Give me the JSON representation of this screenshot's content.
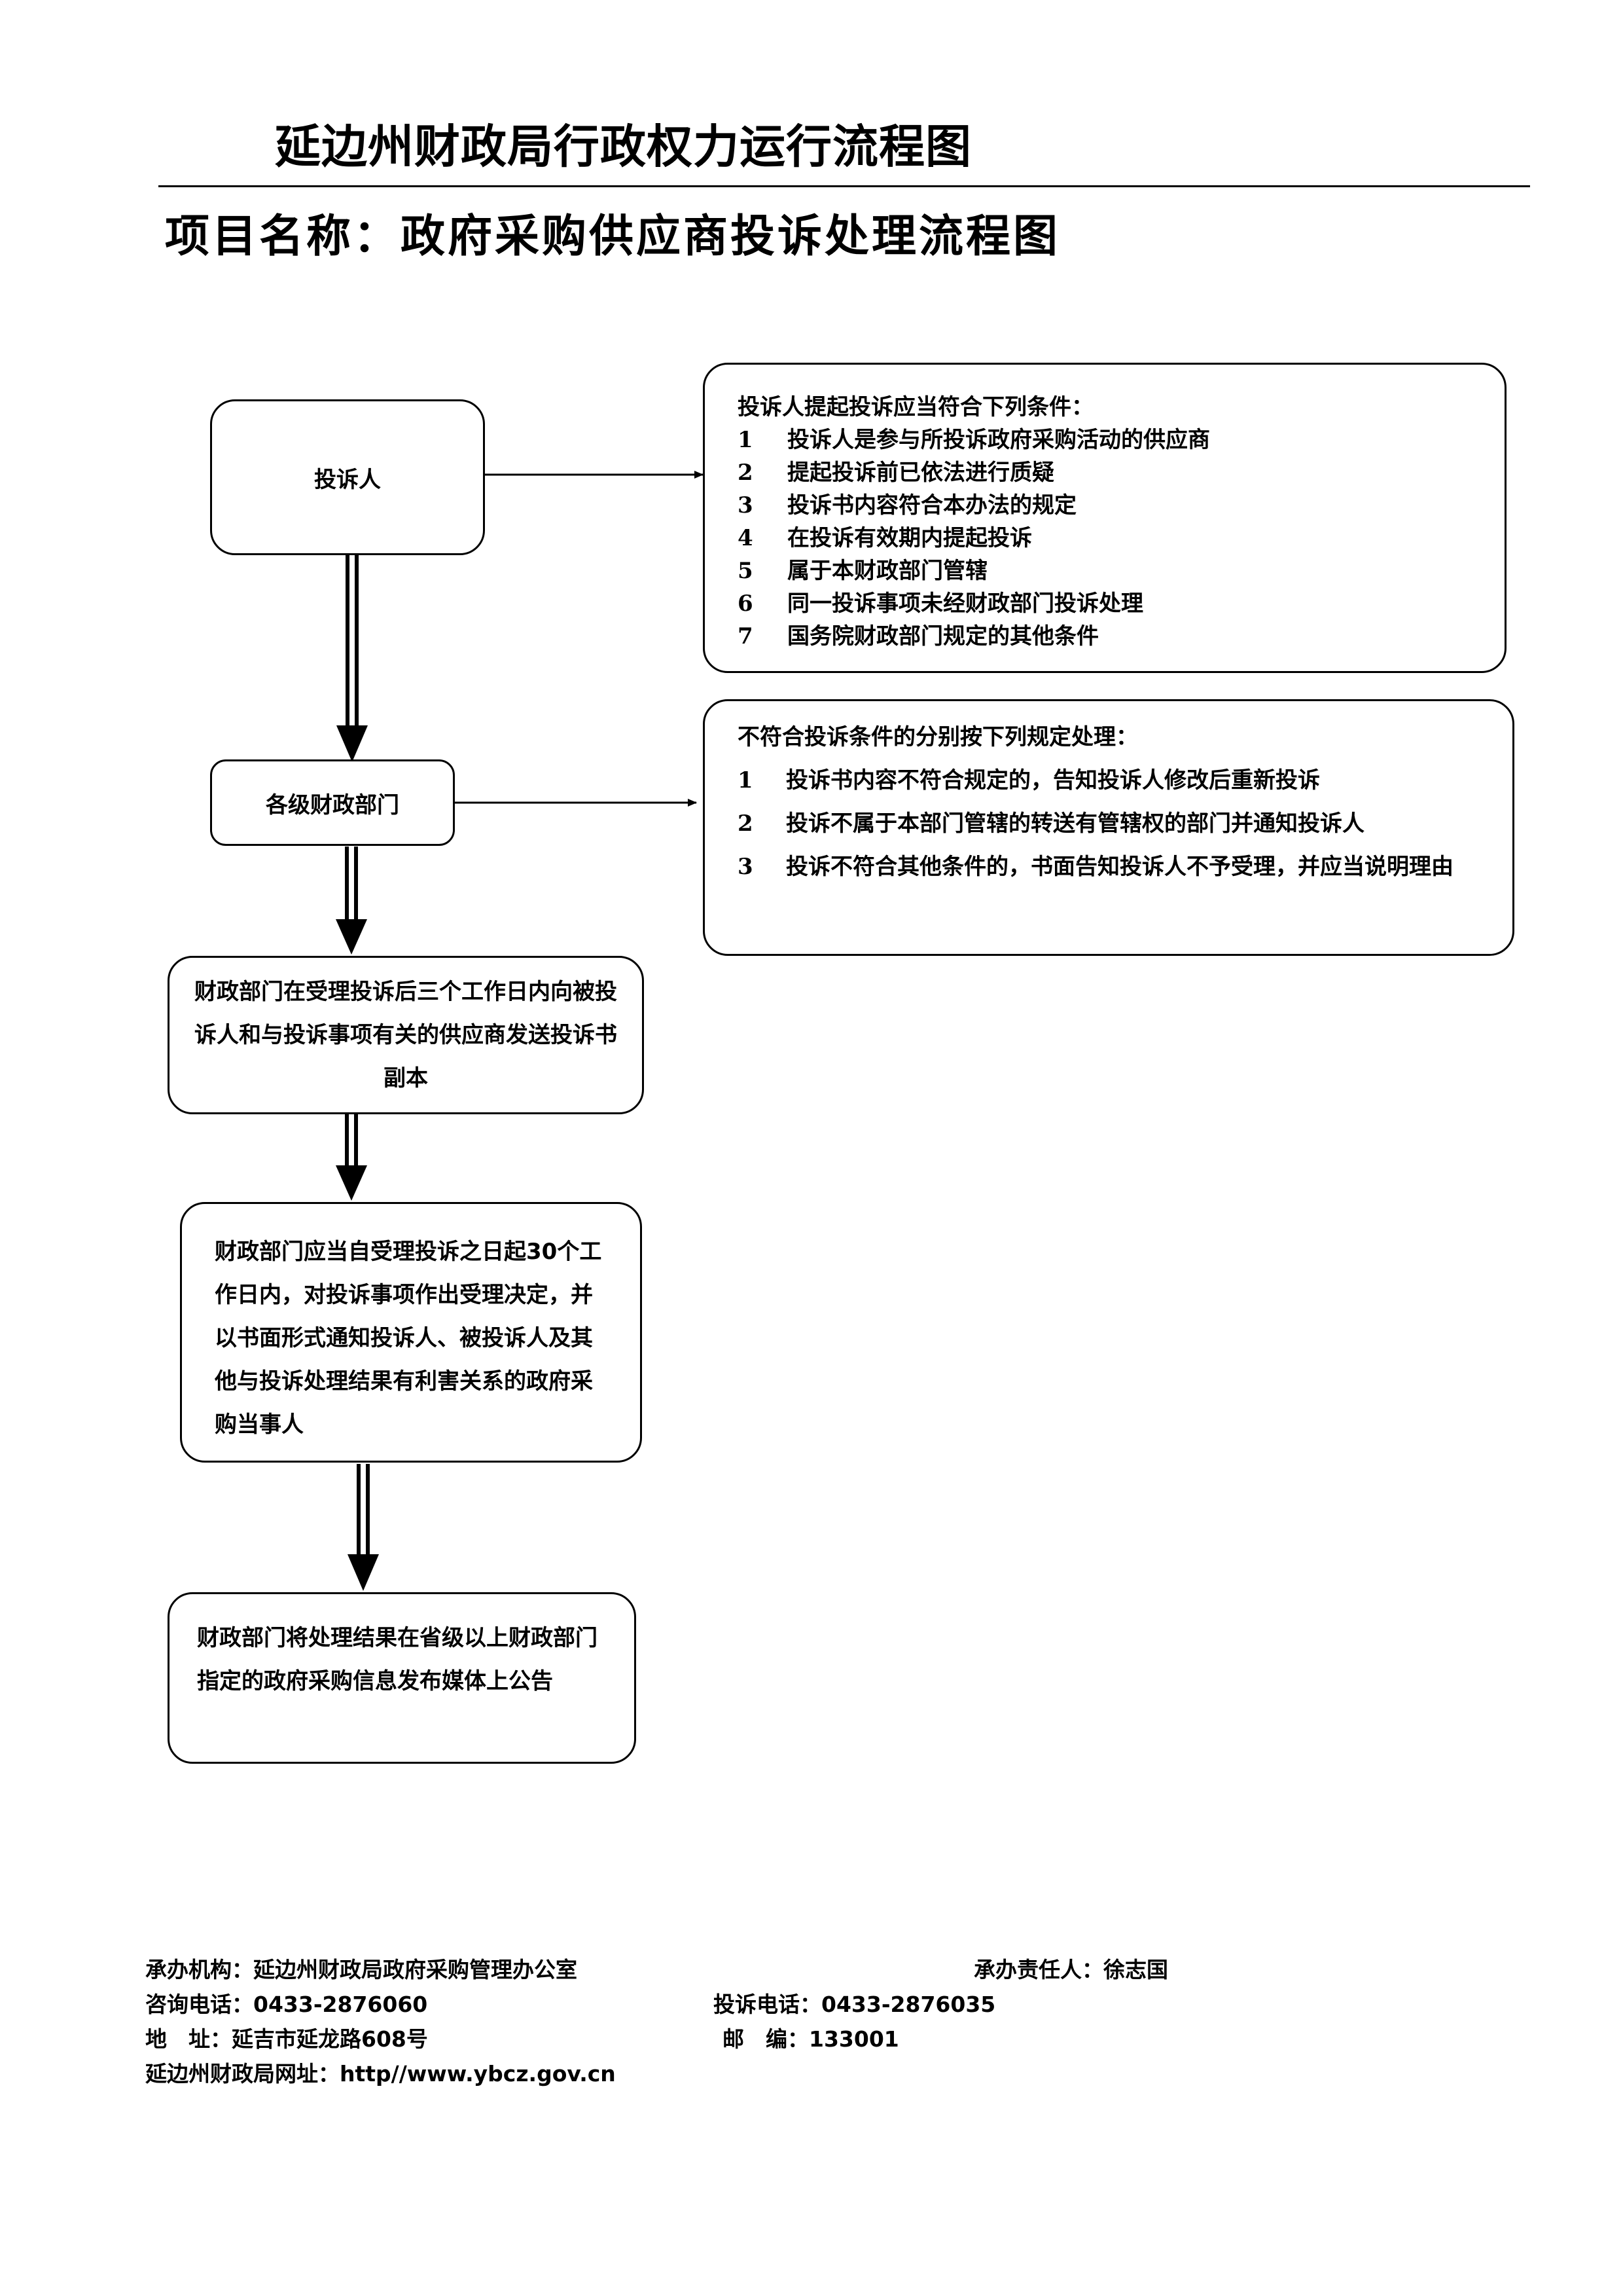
{
  "header": {
    "title": "延边州财政局行政权力运行流程图",
    "project_name": "项目名称：政府采购供应商投诉处理流程图"
  },
  "flow": {
    "complainant": "投诉人",
    "conditions_a": {
      "title": "投诉人提起投诉应当符合下列条件：",
      "items": [
        {
          "num": "1",
          "text": "投诉人是参与所投诉政府采购活动的供应商"
        },
        {
          "num": "2",
          "text": "提起投诉前已依法进行质疑"
        },
        {
          "num": "3",
          "text": "投诉书内容符合本办法的规定"
        },
        {
          "num": "4",
          "text": "在投诉有效期内提起投诉"
        },
        {
          "num": "5",
          "text": "属于本财政部门管辖"
        },
        {
          "num": "6",
          "text": "同一投诉事项未经财政部门投诉处理"
        },
        {
          "num": "7",
          "text": "国务院财政部门规定的其他条件"
        }
      ]
    },
    "finance_dept": "各级财政部门",
    "conditions_b": {
      "title": "不符合投诉条件的分别按下列规定处理：",
      "items": [
        {
          "num": "1",
          "text": "投诉书内容不符合规定的，告知投诉人修改后重新投诉"
        },
        {
          "num": "2",
          "text": "投诉不属于本部门管辖的转送有管辖权的部门并通知投诉人"
        },
        {
          "num": "3",
          "text": "投诉不符合其他条件的，书面告知投诉人不予受理，并应当说明理由"
        }
      ]
    },
    "step_send_copy": "财政部门在受理投诉后三个工作日内向被投诉人和与投诉事项有关的供应商发送投诉书副本",
    "step_decision": "财政部门应当自受理投诉之日起30个工作日内，对投诉事项作出受理决定，并以书面形式通知投诉人、被投诉人及其他与投诉处理结果有利害关系的政府采购当事人",
    "step_publish": "财政部门将处理结果在省级以上财政部门指定的政府采购信息发布媒体上公告"
  },
  "footer": {
    "org": "承办机构：延边州财政局政府采购管理办公室",
    "responsible": "承办责任人：徐志国",
    "consult_phone": "咨询电话：0433-2876060",
    "complaint_phone": "投诉电话：0433-2876035",
    "address": "地　址：延吉市延龙路608号",
    "postcode": "邮　编：133001",
    "website": "延边州财政局网址：http//www.ybcz.gov.cn"
  }
}
